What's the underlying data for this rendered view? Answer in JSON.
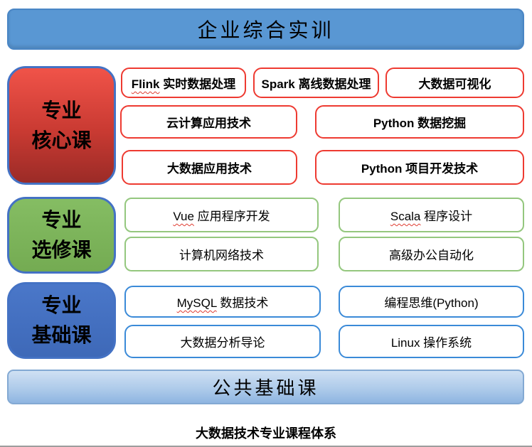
{
  "top_banner": {
    "label": "企业综合实训"
  },
  "bottom_banner": {
    "label": "公共基础课"
  },
  "caption": "大数据技术专业课程体系",
  "colors": {
    "banner_blue": "#5997D3",
    "bottom_banner_gradient": [
      "#CFE0F3",
      "#8FB5E1"
    ],
    "core_red_gradient": [
      "#F05349",
      "#9B2B27"
    ],
    "elective_green": "#7CB35C",
    "foundation_blue": "#4472C4",
    "core_course_border": "#EE3A31",
    "elective_course_border": "#94C77E",
    "foundation_course_border": "#3A8AD8",
    "label_border_blue": "#4472C4"
  },
  "sections": {
    "core": {
      "label_line1": "专业",
      "label_line2": "核心课",
      "courses": [
        {
          "en": "Flink",
          "zh": " 实时数据处理",
          "misspelled": true
        },
        {
          "en": "Spark",
          "zh": " 离线数据处理",
          "misspelled": false
        },
        {
          "en": "",
          "zh": "大数据可视化",
          "misspelled": false
        },
        {
          "en": "",
          "zh": "云计算应用技术",
          "misspelled": false
        },
        {
          "en": "Python",
          "zh": " 数据挖掘",
          "misspelled": false
        },
        {
          "en": "",
          "zh": "大数据应用技术",
          "misspelled": false
        },
        {
          "en": "Python",
          "zh": " 项目开发技术",
          "misspelled": false
        }
      ]
    },
    "elective": {
      "label_line1": "专业",
      "label_line2": "选修课",
      "courses": [
        {
          "en": "Vue",
          "zh": " 应用程序开发",
          "misspelled": true
        },
        {
          "en": "Scala",
          "zh": " 程序设计",
          "misspelled": true
        },
        {
          "en": "",
          "zh": "计算机网络技术",
          "misspelled": false
        },
        {
          "en": "",
          "zh": "高级办公自动化",
          "misspelled": false
        }
      ]
    },
    "foundation": {
      "label_line1": "专业",
      "label_line2": "基础课",
      "courses": [
        {
          "en": "MySQL",
          "zh": " 数据技术",
          "misspelled": true
        },
        {
          "en": "",
          "zh": "编程思维(Python)",
          "misspelled": false
        },
        {
          "en": "",
          "zh": "大数据分析导论",
          "misspelled": false
        },
        {
          "en": "Linux",
          "zh": " 操作系统",
          "misspelled": false
        }
      ]
    }
  }
}
